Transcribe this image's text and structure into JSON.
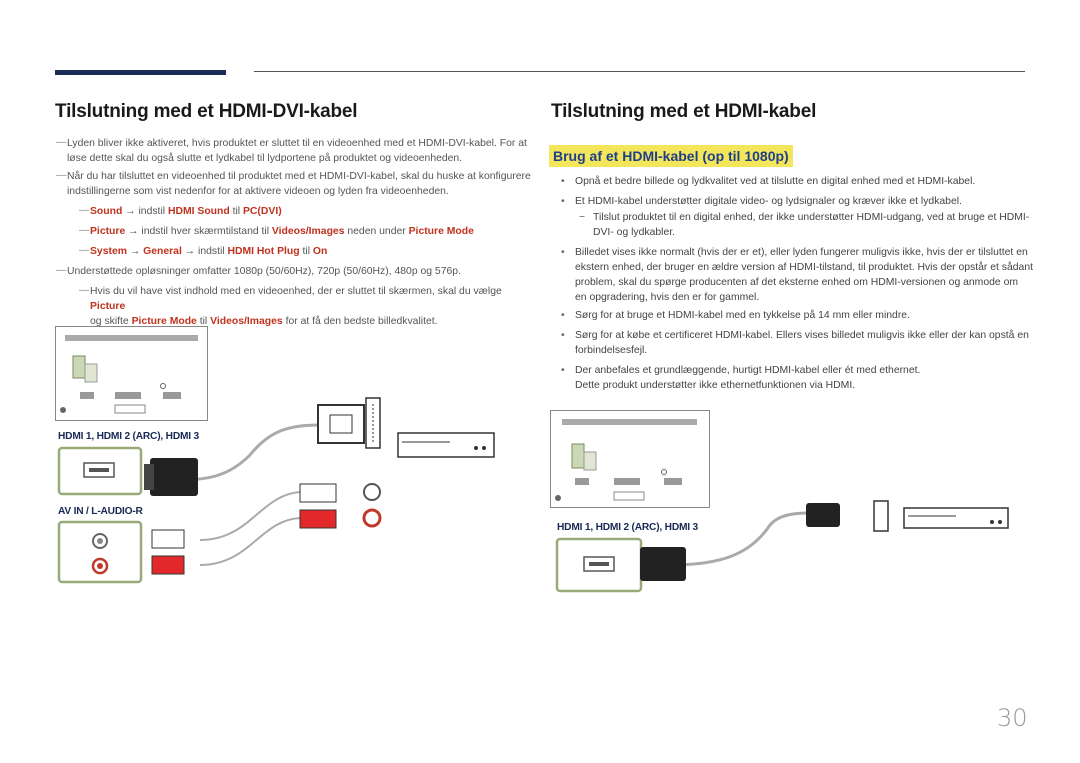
{
  "header": {
    "left_title": "Tilslutning med et HDMI-DVI-kabel",
    "right_title": "Tilslutning med et HDMI-kabel"
  },
  "left": {
    "note1": {
      "prefix": "Lyden bliver ikke aktiveret, hvis produktet er sluttet til en videoenhed med et HDMI-DVI-kabel. For at",
      "line2": "løse dette skal du også slutte et lydkabel til lydportene på produktet og videoenheden."
    },
    "note2": {
      "line1": "Når du har tilsluttet en videoenhed til produktet med et HDMI-DVI-kabel, skal du huske at konfigurere",
      "line2": "indstillingerne som vist nedenfor for at aktivere videoen og lyden fra videoenheden."
    },
    "step1": {
      "k1": "Sound",
      "arrow": "→ indstil ",
      "k2": "HDMI Sound",
      "t1": " til ",
      "k3": "PC(DVI)"
    },
    "step2": {
      "k1": "Picture",
      "arrow": "→ indstil hver skærmtilstand til ",
      "k2": "Videos/Images",
      "t1": " neden under ",
      "k3": "Picture Mode"
    },
    "step3": {
      "k1": "System",
      "arrow": "→ ",
      "k2": "General",
      "t1": "→ indstil ",
      "k3": "HDMI Hot Plug",
      "t2": " til ",
      "k4": "On"
    },
    "note3": "Understøttede opløsninger omfatter 1080p (50/60Hz), 720p (50/60Hz), 480p og 576p.",
    "note4": {
      "t1": "Hvis du vil have vist indhold med en videoenhed, der er sluttet til skærmen, skal du vælge ",
      "k1": "Picture",
      "t2": "og skifte ",
      "k2": "Picture Mode",
      "t3": " til ",
      "k3": "Videos/Images",
      "t4": " for at få den bedste billedkvalitet."
    },
    "port_label_hdmi": "HDMI 1, HDMI 2 (ARC), HDMI 3",
    "port_label_av": "AV IN / L-AUDIO-R"
  },
  "right": {
    "subtitle": "Brug af et HDMI-kabel (op til 1080p)",
    "bullets": [
      "Opnå et bedre billede og lydkvalitet ved at tilslutte en digital enhed med et HDMI-kabel.",
      "Et HDMI-kabel understøtter digitale video- og lydsignaler og kræver ikke et lydkabel."
    ],
    "subnote": {
      "line1": "Tilslut produktet til en digital enhed, der ikke understøtter HDMI-udgang, ved at bruge et HDMI-",
      "line2": "DVI- og lydkabler."
    },
    "bullet3": {
      "line1": "Billedet vises ikke normalt (hvis der er et), eller lyden fungerer muligvis ikke, hvis der er tilsluttet en",
      "line2": "ekstern enhed, der bruger en ældre version af HDMI-tilstand, til produktet. Hvis der opstår et sådant",
      "line3": "problem, skal du spørge producenten af det eksterne enhed om HDMI-versionen og anmode om",
      "line4": "en opgradering, hvis den er for gammel."
    },
    "bullet4": "Sørg for at bruge et HDMI-kabel med en tykkelse på 14 mm eller mindre.",
    "bullet5": {
      "line1": "Sørg for at købe et certificeret HDMI-kabel. Ellers vises billedet muligvis ikke eller der kan opstå en",
      "line2": "forbindelsesfejl."
    },
    "bullet6": {
      "line1": "Der anbefales et grundlæggende, hurtigt HDMI-kabel eller ét med ethernet.",
      "line2": "Dette produkt understøtter ikke ethernetfunktionen via HDMI."
    },
    "port_label_hdmi": "HDMI 1, HDMI 2 (ARC), HDMI 3"
  },
  "colors": {
    "navy": "#1c2d55",
    "keyword": "#c0321e",
    "highlight": "#f3e65a",
    "port_green": "#98aa78"
  },
  "page_number": "30"
}
